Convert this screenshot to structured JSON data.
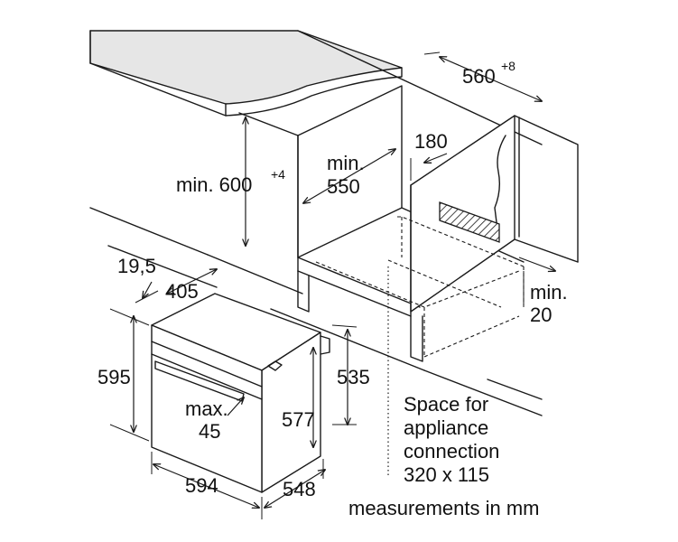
{
  "labels": {
    "cabinet_width": "560",
    "cabinet_width_tol": "+8",
    "niche_height_prefix": "min. 600",
    "niche_height_tol": "+4",
    "depth_min_word": "min.",
    "depth_min_value": "550",
    "offset_180": "180",
    "gap_min_word": "min.",
    "gap_min_value": "20",
    "offset_19_5": "19,5",
    "dim_405": "405",
    "height_595": "595",
    "height_535": "535",
    "max_word": "max.",
    "max_value": "45",
    "height_577": "577",
    "width_594": "594",
    "depth_548": "548",
    "space_line1": "Space for",
    "space_line2": "appliance",
    "space_line3": "connection",
    "space_line4": "320 x 115",
    "units_note": "measurements in mm"
  },
  "colors": {
    "line": "#1a1a1a",
    "countertop_fill": "#e6e6e6",
    "background": "#ffffff"
  }
}
